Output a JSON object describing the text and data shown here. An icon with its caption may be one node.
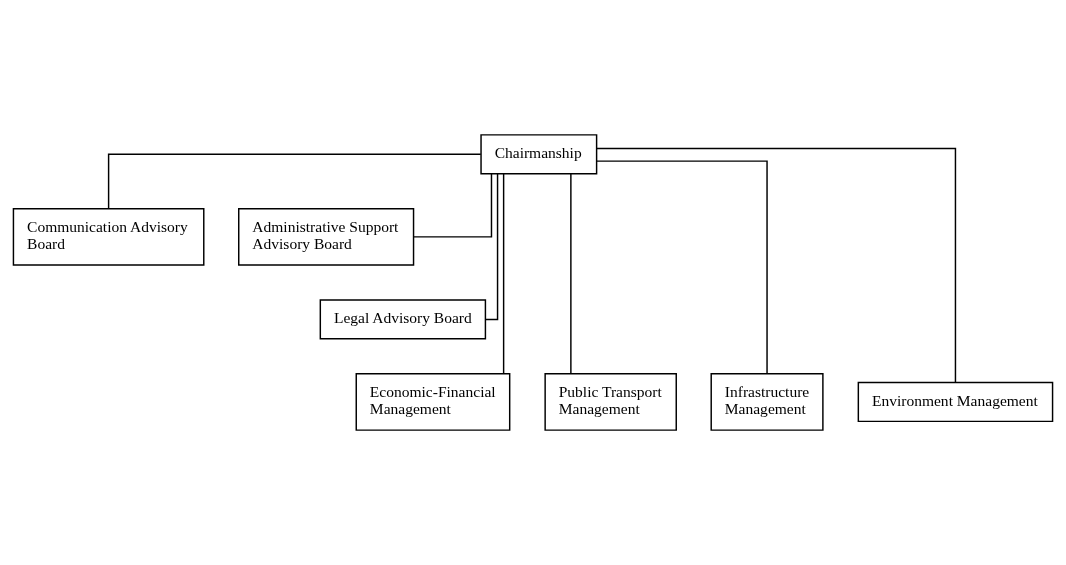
{
  "diagram": {
    "nodes": [
      {
        "text": [
          "Chairmanship"
        ]
      },
      {
        "text": [
          "Communication Advisory Board"
        ]
      },
      {
        "text": [
          "Administrative Support Advisory Board"
        ]
      },
      {
        "text": [
          "Legal Advisory Board"
        ]
      },
      {
        "text": [
          "Economic-Financial Management"
        ]
      },
      {
        "text": [
          "Public Transport Management"
        ]
      },
      {
        "text": [
          "Infrastructure Management"
        ]
      },
      {
        "text": [
          "Environment Management"
        ]
      }
    ],
    "edges": [
      {
        "from": 0,
        "to": 1,
        "arrow": "none"
      },
      {
        "from": 0,
        "to": 2,
        "arrow": "none"
      },
      {
        "from": 0,
        "to": 3,
        "arrow": "none"
      },
      {
        "from": 0,
        "to": 4,
        "arrow": "none"
      },
      {
        "from": 0,
        "to": 5,
        "arrow": "none"
      },
      {
        "from": 0,
        "to": 6,
        "arrow": "none"
      },
      {
        "from": 0,
        "to": 7,
        "arrow": "none"
      }
    ]
  }
}
